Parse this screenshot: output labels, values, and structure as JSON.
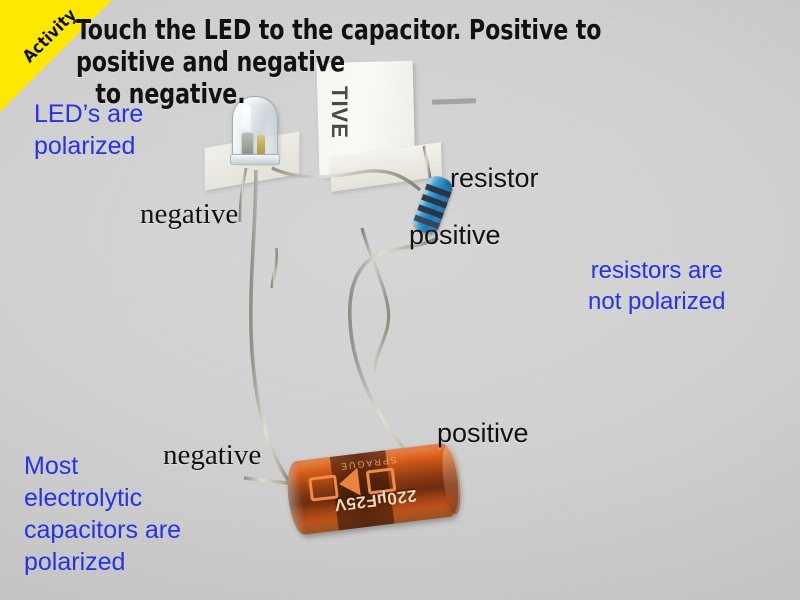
{
  "ribbon": {
    "label": "Activity",
    "bg_color": "#ffe800",
    "text_color": "#0d0d0d"
  },
  "title": {
    "line1": "Touch the LED to the capacitor. Positive to positive and negative",
    "line2": "to negative."
  },
  "colors": {
    "background": "#d2d2d2",
    "note_blue": "#2433e6",
    "label_black": "#111111",
    "resistor_blue": "#2e8ec9",
    "capacitor_orange": "#d45a18",
    "ribbon_yellow": "#ffe800"
  },
  "notes": {
    "led": "LED’s are\npolarized",
    "resistor": "resistors are\nnot polarized",
    "capacitor": "Most\nelectrolytic\ncapacitors are\npolarized"
  },
  "labels": {
    "led_negative": "negative",
    "resistor_name": "resistor",
    "resistor_positive": "positive",
    "capacitor_positive": "positive",
    "capacitor_negative": "negative"
  },
  "photo": {
    "card_text": "TIVE",
    "capacitor": {
      "rating": "220µF25V",
      "brand": "SPRAGUE"
    },
    "components": [
      "clear-led",
      "blue-metal-film-resistor",
      "orange-electrolytic-capacitor",
      "white-paper-card",
      "bare-wire-leads"
    ]
  }
}
